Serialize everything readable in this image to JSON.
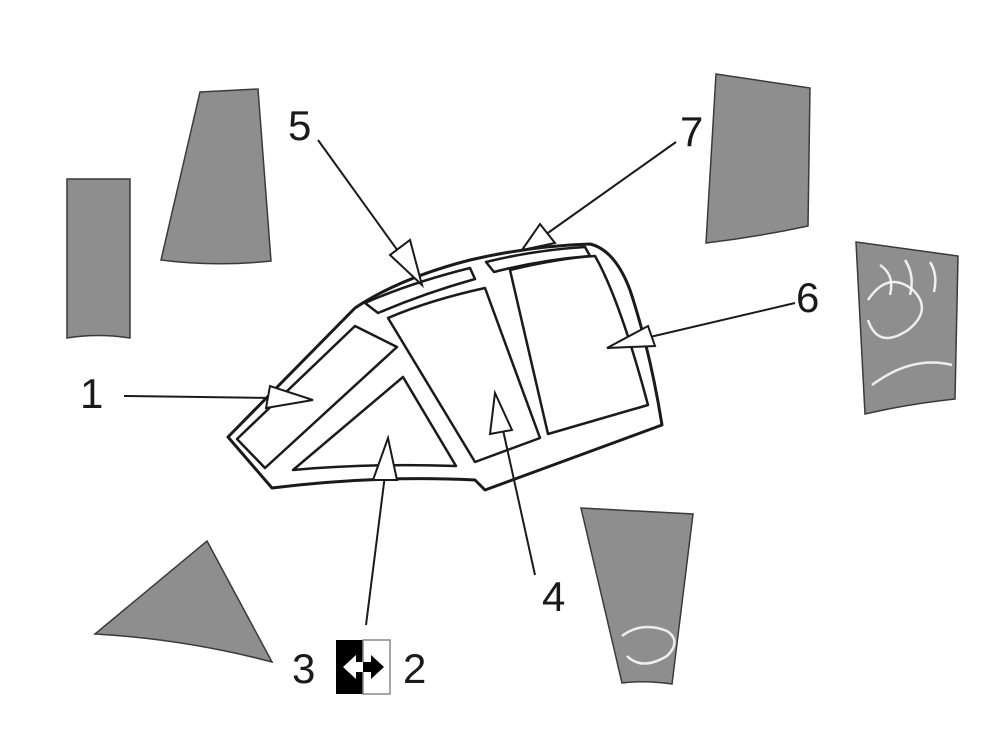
{
  "callouts": [
    {
      "id": "1",
      "label": "1"
    },
    {
      "id": "2",
      "label": "2"
    },
    {
      "id": "3",
      "label": "3"
    },
    {
      "id": "4",
      "label": "4"
    },
    {
      "id": "5",
      "label": "5"
    },
    {
      "id": "6",
      "label": "6"
    },
    {
      "id": "7",
      "label": "7"
    }
  ],
  "symbol": {
    "icon": "mirror-arrows-icon"
  },
  "colors": {
    "mask": "#8e8e8e",
    "line": "#1a1a1a",
    "background": "#ffffff"
  }
}
